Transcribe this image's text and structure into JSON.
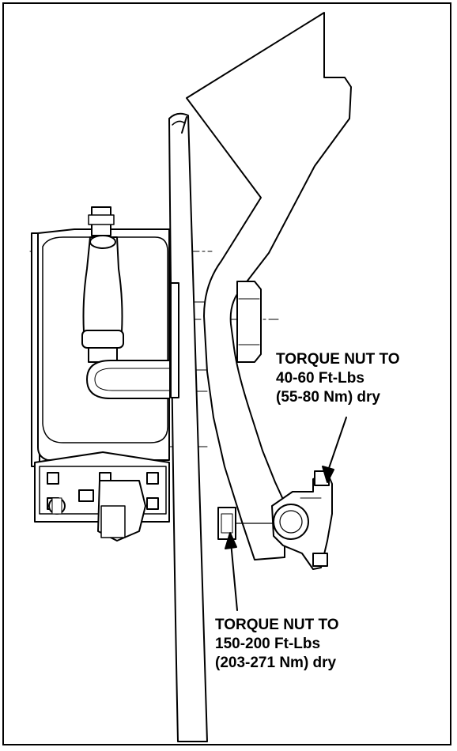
{
  "callouts": [
    {
      "lines": [
        "TORQUE NUT TO",
        "40-60 Ft-Lbs",
        "(55-80 Nm) dry"
      ]
    },
    {
      "lines": [
        "TORQUE NUT TO",
        "150-200 Ft-Lbs",
        "(203-271 Nm) dry"
      ]
    }
  ],
  "colors": {
    "line": "#000000",
    "background": "#ffffff"
  }
}
